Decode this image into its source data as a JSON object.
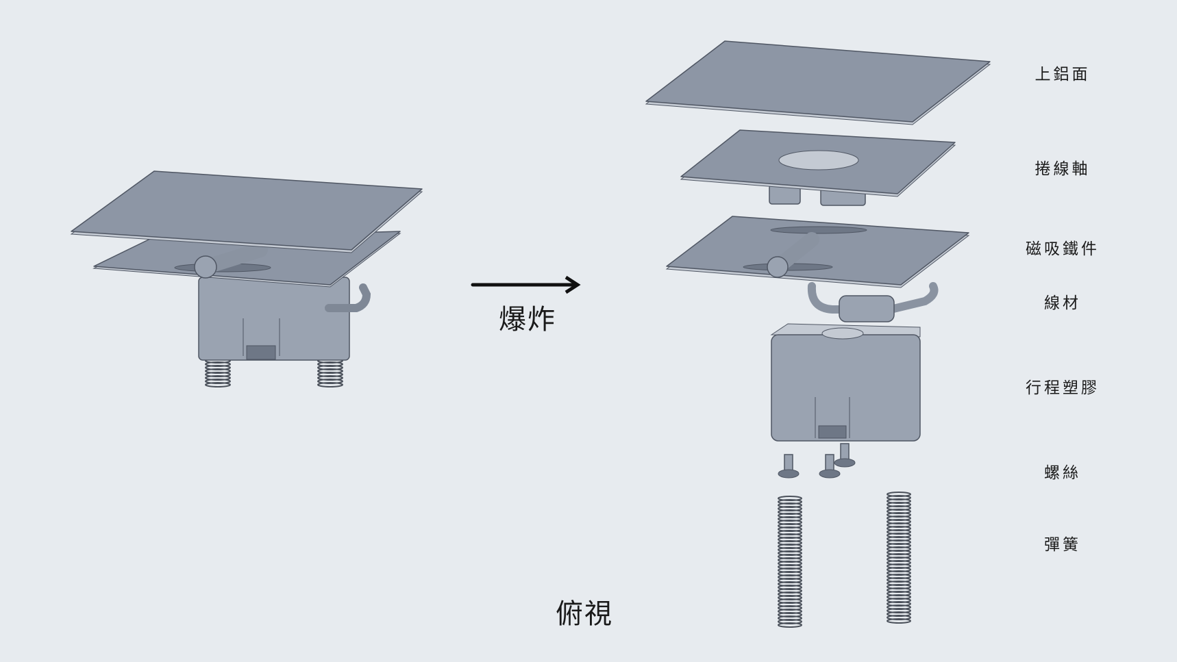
{
  "labels": {
    "explode": "爆炸",
    "view": "俯視"
  },
  "parts": [
    {
      "name": "上鋁面"
    },
    {
      "name": "捲線軸"
    },
    {
      "name": "磁吸鐵件"
    },
    {
      "name": "線材"
    },
    {
      "name": "行程塑膠"
    },
    {
      "name": "螺絲"
    },
    {
      "name": "彈簧"
    }
  ],
  "colors": {
    "background": "#e7ebef",
    "part": "#8d96a5",
    "arrow": "#111111"
  }
}
